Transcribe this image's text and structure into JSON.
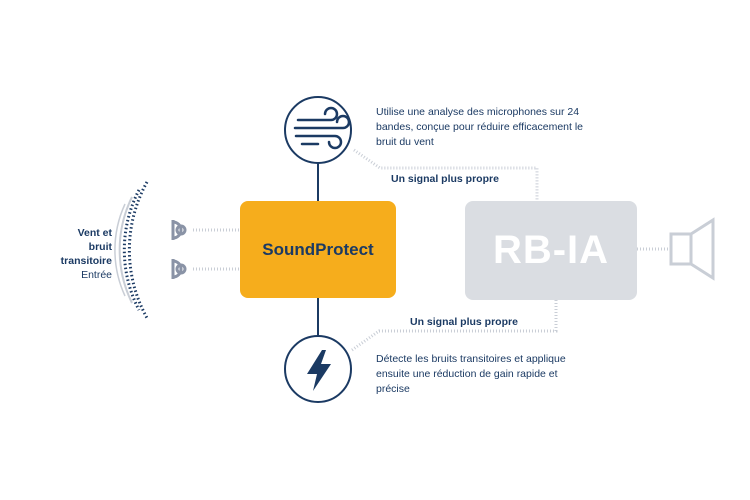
{
  "colors": {
    "navy": "#1b3a63",
    "orange": "#f6ad1c",
    "grey_box": "#dadde2",
    "grey_line": "#c9ced6",
    "mic_grey": "#8a93a6"
  },
  "input": {
    "line1": "Vent et",
    "line2": "bruit transitoire",
    "line3": "Entrée"
  },
  "soundprotect": {
    "label": "SoundProtect"
  },
  "rbia": {
    "label": "RB-IA"
  },
  "wind": {
    "icon": "wind-icon",
    "description": "Utilise une analyse des microphones sur 24 bandes, conçue pour réduire efficacement le bruit du vent"
  },
  "transient": {
    "icon": "lightning-icon",
    "description": "Détecte les bruits transitoires et applique ensuite une réduction de gain rapide et précise"
  },
  "signals": {
    "top": "Un signal plus propre",
    "bottom": "Un signal plus propre"
  },
  "output": {
    "icon": "speaker-icon"
  }
}
